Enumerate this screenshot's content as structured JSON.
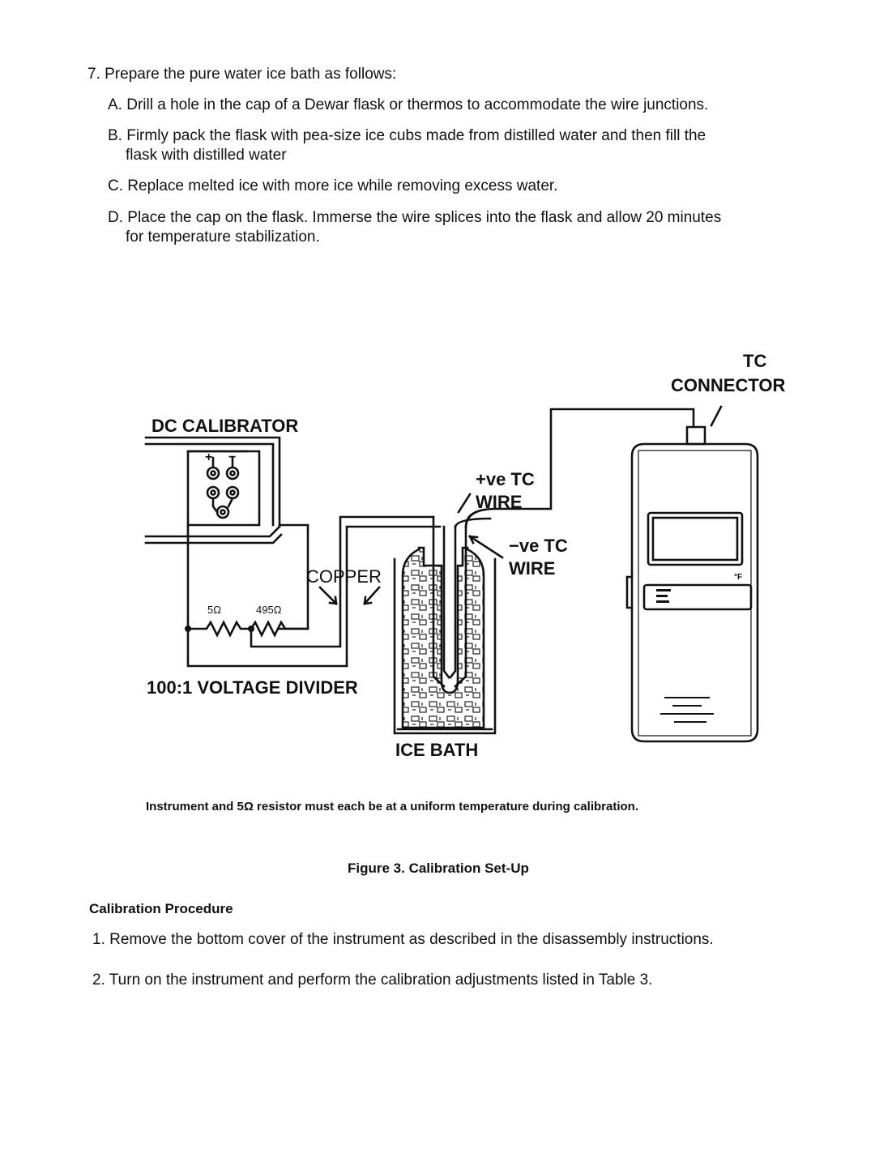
{
  "step7": {
    "intro": "7. Prepare the pure water ice bath as follows:",
    "a": "A. Drill a hole in the cap of a Dewar flask or thermos to accommodate the wire junctions.",
    "b1": "B. Firmly pack the flask with pea-size ice cubs made from distilled water and then fill the",
    "b2": "flask with distilled water",
    "c": "C. Replace melted ice with more ice while removing excess water.",
    "d1": "D. Place the cap on the flask. Immerse the wire splices into the flask and allow 20 minutes",
    "d2": "for temperature stabilization."
  },
  "figure": {
    "tc": "TC",
    "connector": "CONNECTOR",
    "dc_calibrator": "DC CALIBRATOR",
    "plus_tc": "+ve TC",
    "wire1": "WIRE",
    "minus_tc": "−ve TC",
    "wire2": "WIRE",
    "copper": "COPPER",
    "r1": "5Ω",
    "r2": "495Ω",
    "divider": "100:1 VOLTAGE DIVIDER",
    "ice_bath": "ICE BATH",
    "plus": "+",
    "minus": "−",
    "deg_f": "°F",
    "note": "Instrument and 5Ω resistor must each be at a uniform temperature during calibration.",
    "caption": "Figure 3. Calibration Set-Up"
  },
  "procedure": {
    "heading": "Calibration Procedure",
    "s1": "1. Remove the bottom cover of the instrument as described in the disassembly instructions.",
    "s2": "2. Turn on the instrument and perform the calibration adjustments listed in Table 3."
  }
}
